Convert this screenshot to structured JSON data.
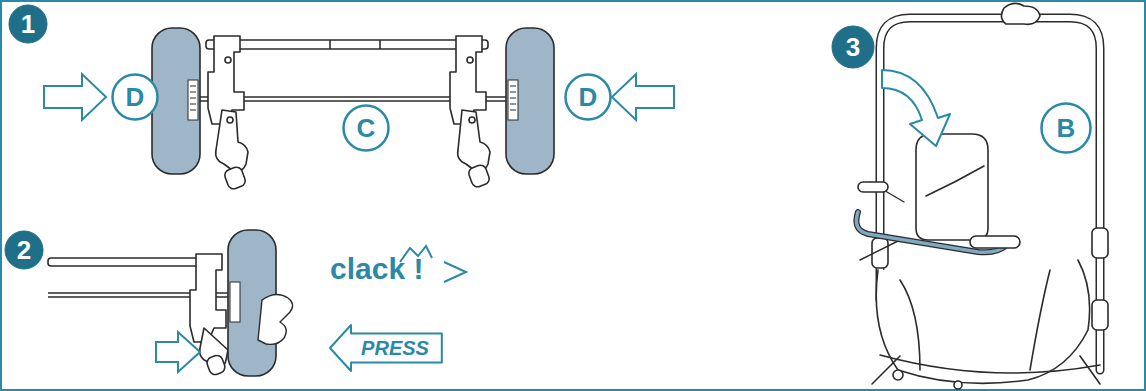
{
  "diagram": {
    "nodes": [
      {
        "text": [
          "1"
        ]
      },
      {
        "text": [
          "D"
        ]
      },
      {
        "text": [
          "C"
        ]
      },
      {
        "text": [
          "D"
        ]
      },
      {
        "text": [
          "2"
        ]
      },
      {
        "text": [
          "PRESS"
        ]
      },
      {
        "text": [
          "3"
        ]
      },
      {
        "text": [
          "B"
        ]
      }
    ],
    "labels": [
      "clack !"
    ]
  }
}
